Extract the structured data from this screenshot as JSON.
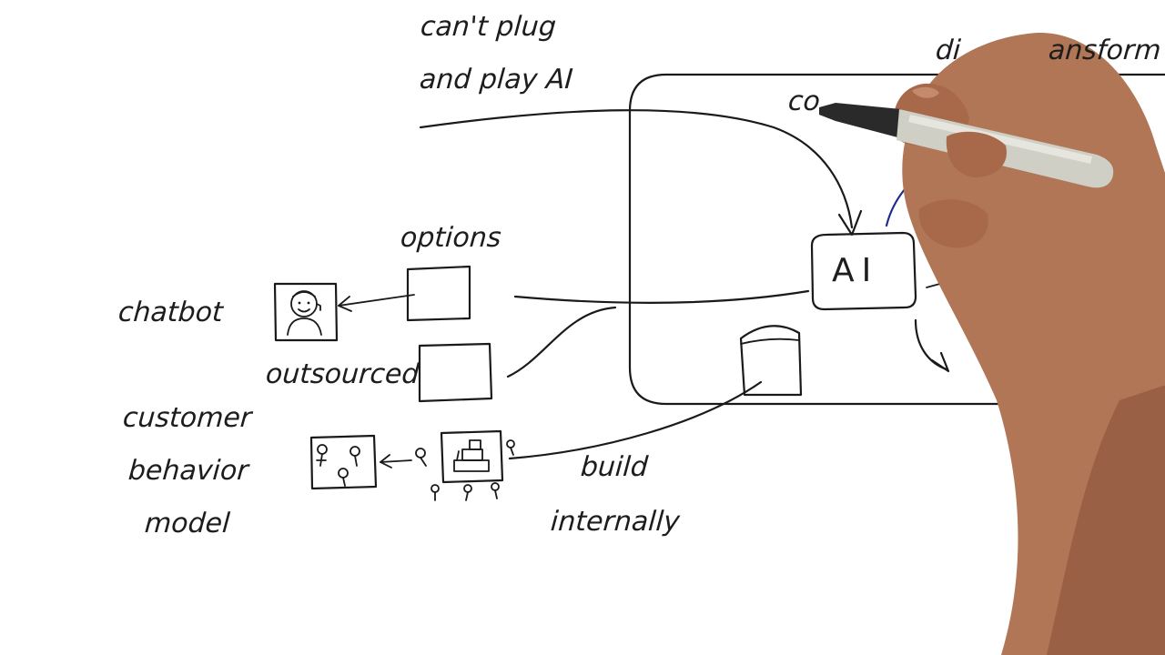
{
  "labels": {
    "cant_plug": "can't plug",
    "and_play_ai": "and play AI",
    "digital_transform_fragment_a": "di",
    "digital_transform_fragment_b": "ansform",
    "co_fragment": "co",
    "options": "options",
    "chatbot": "chatbot",
    "outsourced": "outsourced",
    "customer": "customer",
    "behavior": "behavior",
    "model": "model",
    "build": "build",
    "internally": "internally",
    "ai_box": "AI"
  },
  "colors": {
    "background": "#ffffff",
    "ink": "#1a1a1a",
    "blue_ink": "#1c2d8c",
    "skin": "#a8684a",
    "marker_body": "#cfcfc6",
    "marker_cap": "#2a2a2a"
  },
  "icons": {
    "hand": "hand-with-marker-icon",
    "chatbot_face": "chatbot-face-icon",
    "people_group": "people-group-icon",
    "building_blocks": "building-blocks-icon",
    "container": "cylinder-container-icon"
  }
}
